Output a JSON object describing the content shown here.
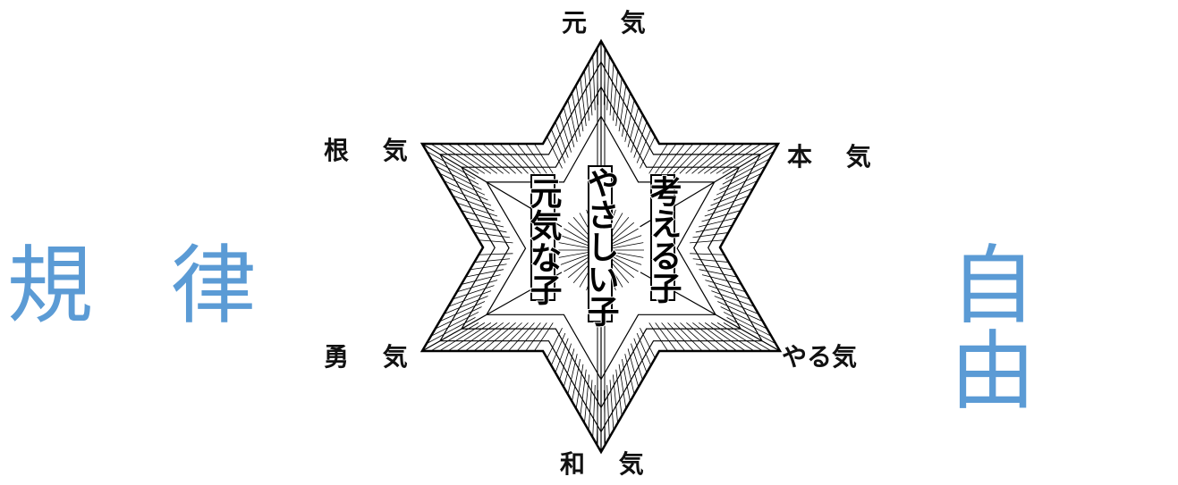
{
  "side_words": {
    "left": "規 律",
    "right": "自 由"
  },
  "star_points": {
    "top": "元 気",
    "upper_right": "本 気",
    "upper_left": "根 気",
    "lower_left": "勇 気",
    "lower_right": "やる気",
    "bottom": "和 気"
  },
  "center_phrases": {
    "left": "元気な子",
    "center": "やさしい子",
    "right": "考える子"
  },
  "colors": {
    "side_word": "#5B9BD5",
    "star_line": "#000000"
  }
}
